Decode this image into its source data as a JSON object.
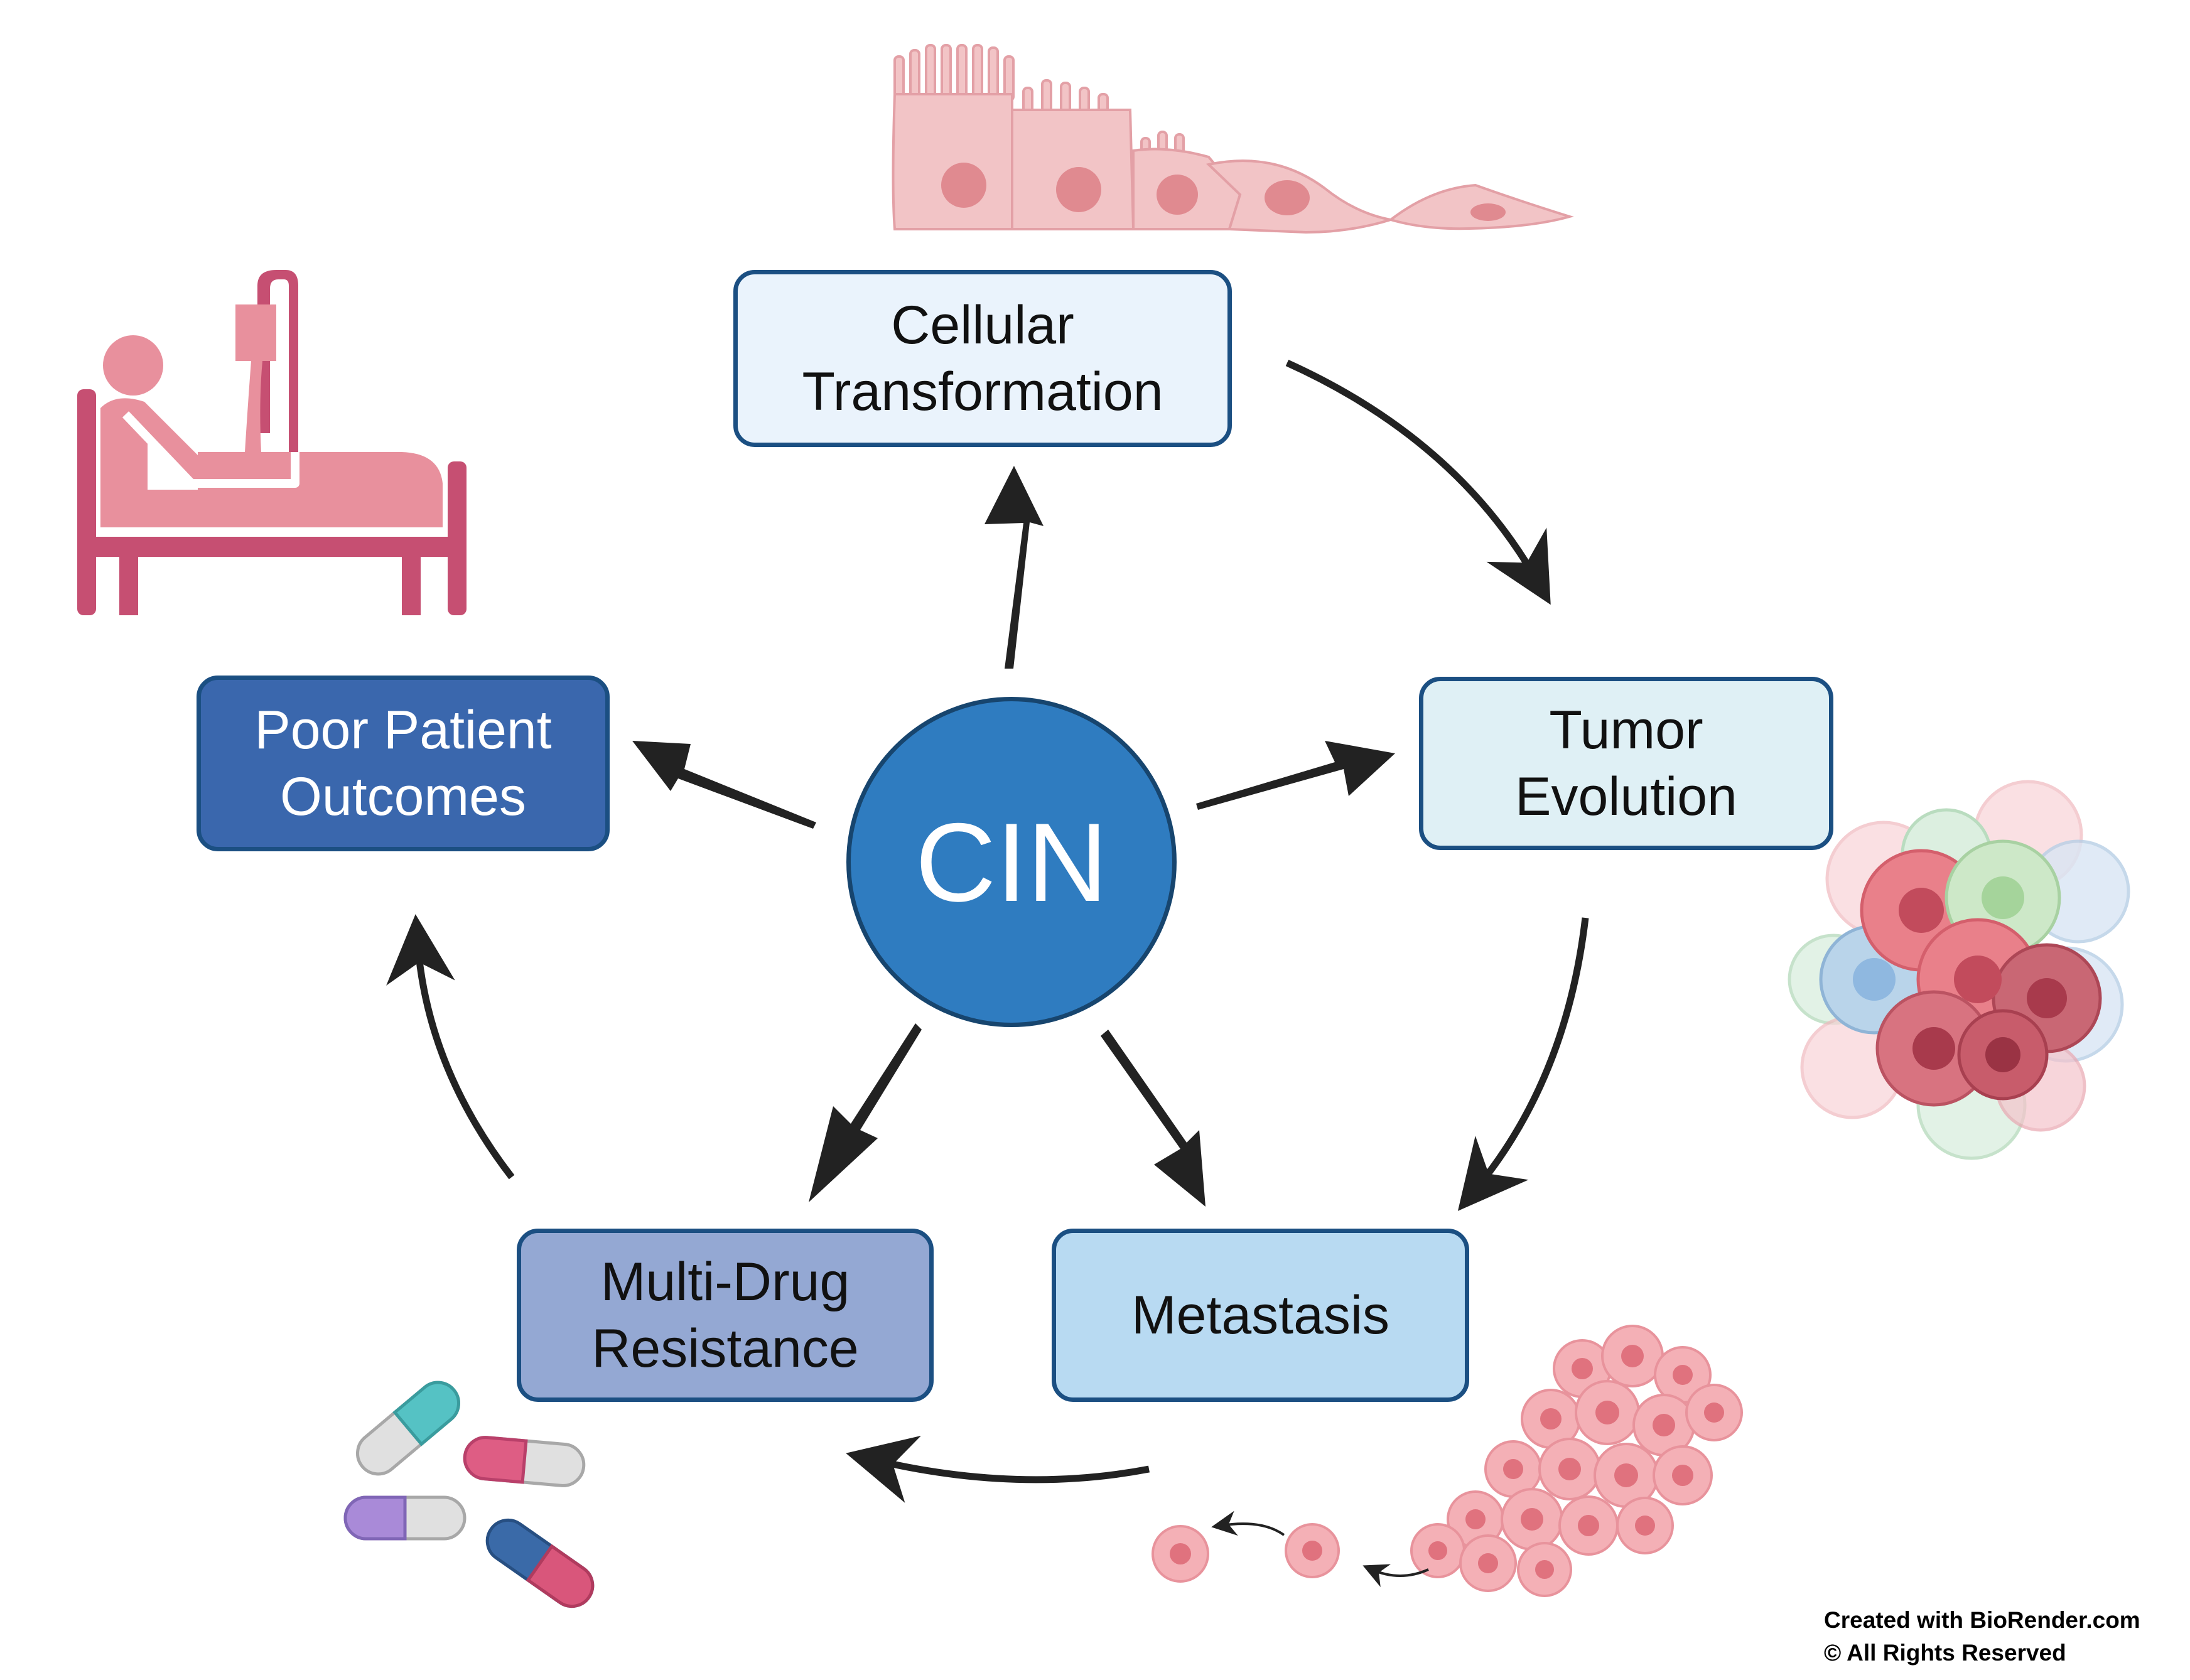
{
  "center": {
    "label": "CIN"
  },
  "nodes": {
    "cellular": "Cellular\nTransformation",
    "tumor": "Tumor\nEvolution",
    "metastasis": "Metastasis",
    "mdr": "Multi-Drug\nResistance",
    "poor": "Poor Patient\nOutcomes"
  },
  "credit": {
    "line1": "Created with BioRender.com",
    "line2": "© All Rights Reserved"
  },
  "colors": {
    "box_border": "#1b4f82",
    "cin_fill": "#2f7cc0",
    "poor_fill": "#3a67ad",
    "mdr_fill": "#94a8d3",
    "metastasis_fill": "#b8daf2",
    "tumor_fill": "#dff0f5",
    "cellular_fill": "#eaf3fc",
    "arrow": "#222222",
    "pink": "#e88a96"
  },
  "icons": [
    "epithelial-cells-illustration",
    "hospital-bed-patient-icon",
    "tumor-cell-cluster-illustration",
    "metastasis-cells-illustration",
    "capsules-pills-icon"
  ]
}
